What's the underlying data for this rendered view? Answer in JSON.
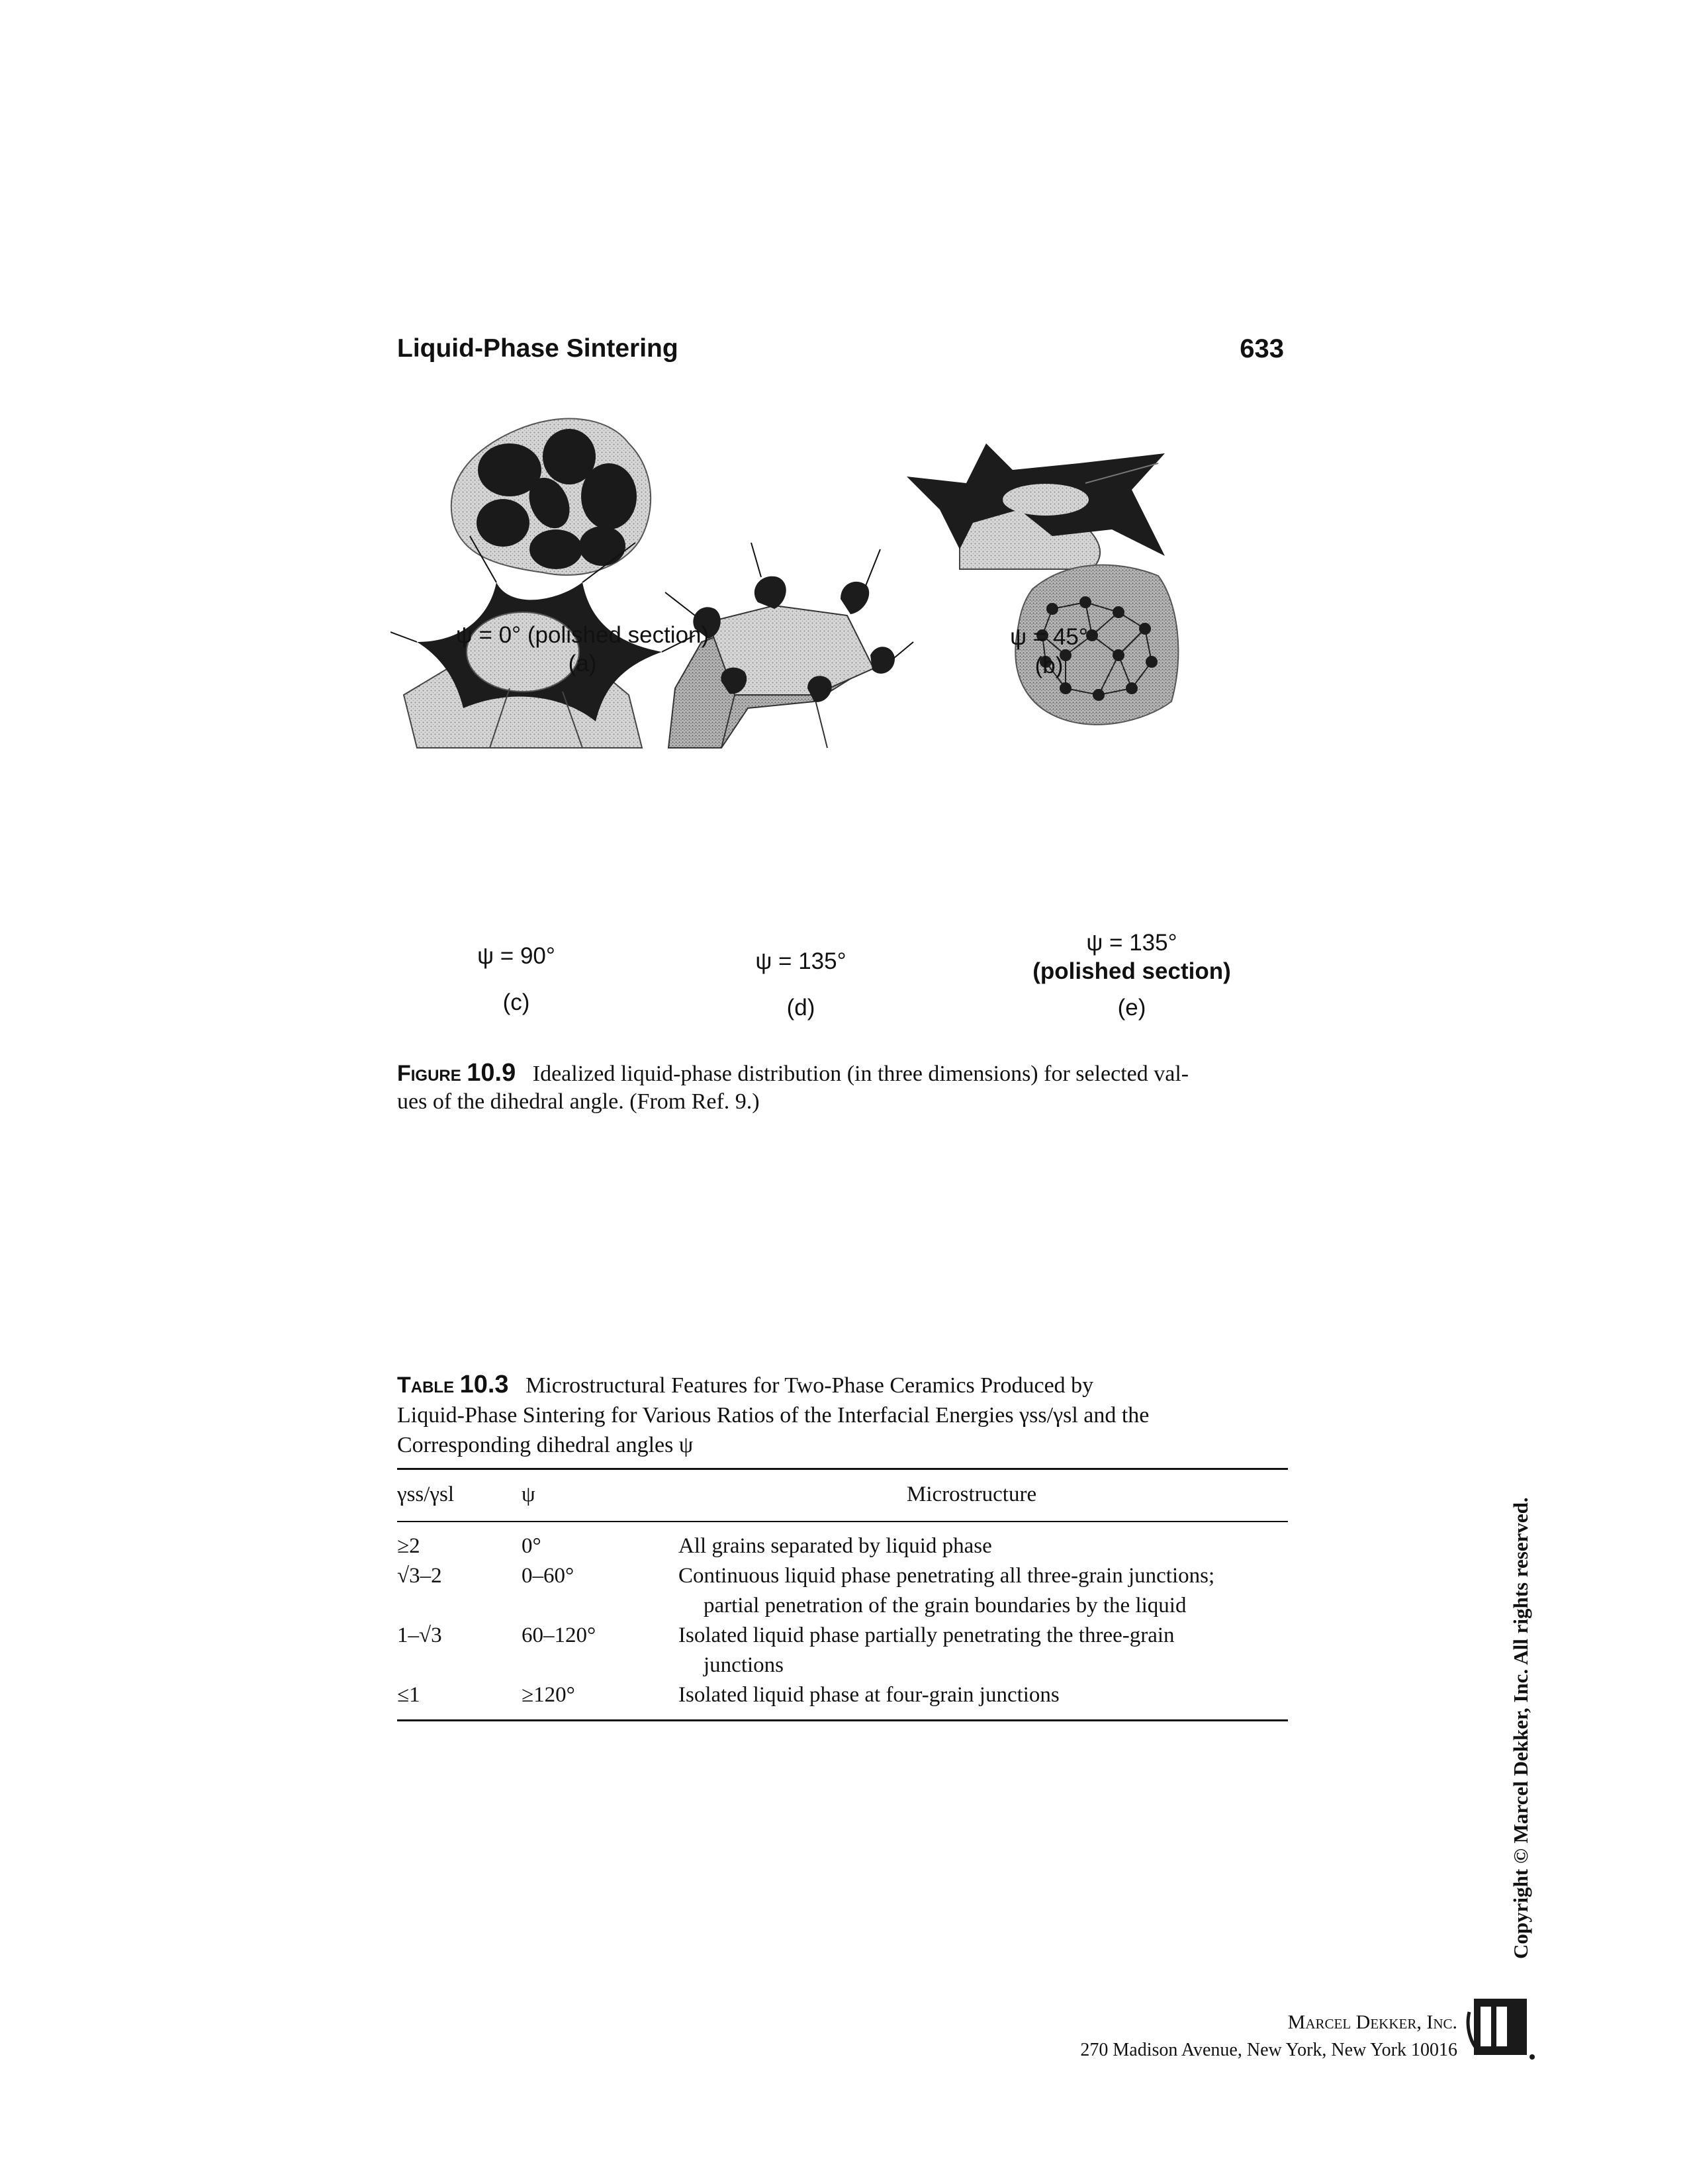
{
  "header": {
    "running_title": "Liquid-Phase Sintering",
    "page_number": "633"
  },
  "figure": {
    "panels": [
      {
        "id": "a",
        "psi_line": "ψ = 0° (polished section)",
        "letter": "(a)"
      },
      {
        "id": "b",
        "psi_line": "ψ = 45°",
        "letter": "(b)"
      },
      {
        "id": "c",
        "psi_line": "ψ = 90°",
        "letter": "(c)"
      },
      {
        "id": "d",
        "psi_line": "ψ = 135°",
        "letter": "(d)"
      },
      {
        "id": "e",
        "psi_line": "ψ = 135°",
        "psi_line2": "(polished section)",
        "letter": "(e)"
      }
    ],
    "caption": {
      "label": "Figure",
      "number": "10.9",
      "text": "Idealized liquid-phase distribution (in three dimensions) for selected val-",
      "text2": "ues of the dihedral angle. (From Ref. 9.)"
    }
  },
  "table": {
    "label": "Table",
    "number": "10.3",
    "title_l1": "Microstructural Features for Two-Phase Ceramics Produced by",
    "title_l2": "Liquid-Phase Sintering for Various Ratios of the Interfacial Energies γss/γsl and the",
    "title_l3": "Corresponding dihedral angles ψ",
    "headers": [
      "γss/γsl",
      "ψ",
      "Microstructure"
    ],
    "rows": [
      {
        "ratio": "≥2",
        "psi": "0°",
        "micro_l1": "All grains separated by liquid phase",
        "micro_l2": ""
      },
      {
        "ratio": "√3–2",
        "psi": "0–60°",
        "micro_l1": "Continuous liquid phase penetrating all three-grain junctions;",
        "micro_l2": "partial penetration of the grain boundaries by the liquid"
      },
      {
        "ratio": "1–√3",
        "psi": "60–120°",
        "micro_l1": "Isolated liquid phase partially penetrating the three-grain",
        "micro_l2": "junctions"
      },
      {
        "ratio": "≤1",
        "psi": "≥120°",
        "micro_l1": "Isolated liquid phase at four-grain junctions",
        "micro_l2": ""
      }
    ]
  },
  "side_note": "Copyright © Marcel Dekker, Inc. All rights reserved.",
  "publisher": {
    "name": "Marcel Dekker, Inc.",
    "address": "270 Madison Avenue, New York, New York 10016"
  }
}
